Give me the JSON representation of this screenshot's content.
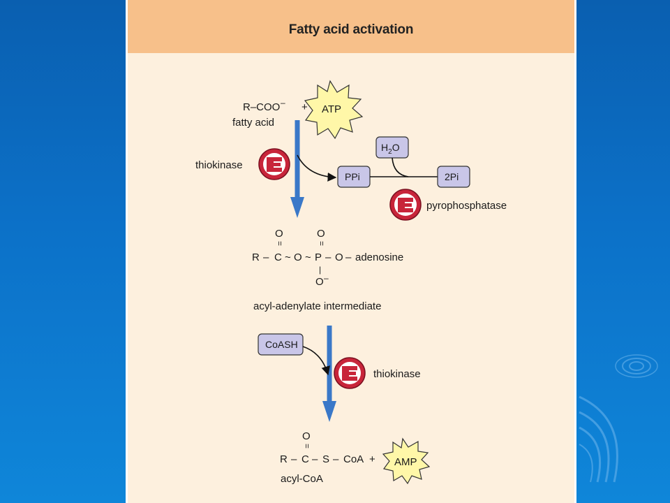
{
  "title": "Fatty acid activation",
  "reactant": {
    "formula": "R–COO",
    "charge": "–",
    "plus": "+",
    "name": "fatty acid"
  },
  "cofactors": {
    "atp": "ATP",
    "amp": "AMP"
  },
  "enzymes": {
    "thiokinase_1": "thiokinase",
    "pyrophosphatase": "pyrophosphatase",
    "thiokinase_2": "thiokinase"
  },
  "boxes": {
    "h2o_main": "H",
    "h2o_sub": "2",
    "h2o_end": "O",
    "ppi": "PPi",
    "two_pi": "2Pi",
    "coash": "CoASH"
  },
  "intermediate": {
    "o_top_1": "O",
    "o_top_2": "O",
    "dbl_1": "=",
    "dbl_2": "=",
    "r": "R",
    "dash_1": "–",
    "c": "C",
    "tilde_1": "~",
    "o_mid": "O",
    "tilde_2": "~",
    "p": "P",
    "dash_2": "–",
    "o_right": "O",
    "dash_3": "–",
    "adenosine": "adenosine",
    "single_bond": "|",
    "o_bottom": "O",
    "o_bottom_charge": "–",
    "name": "acyl-adenylate intermediate"
  },
  "product": {
    "o_top": "O",
    "dbl": "=",
    "r": "R",
    "dash_1": "–",
    "c": "C",
    "dash_2": "–",
    "s": "S",
    "dash_3": "–",
    "coa": "CoA",
    "plus": "+",
    "name": "acyl-CoA"
  },
  "colors": {
    "background": "#0c71c8",
    "panel": "#fdf0de",
    "header": "#f7c08a",
    "arrow": "#3a78c8",
    "enzyme_red": "#c8253a",
    "box_fill": "#c9c6e8",
    "starburst": "#fff7a8"
  }
}
